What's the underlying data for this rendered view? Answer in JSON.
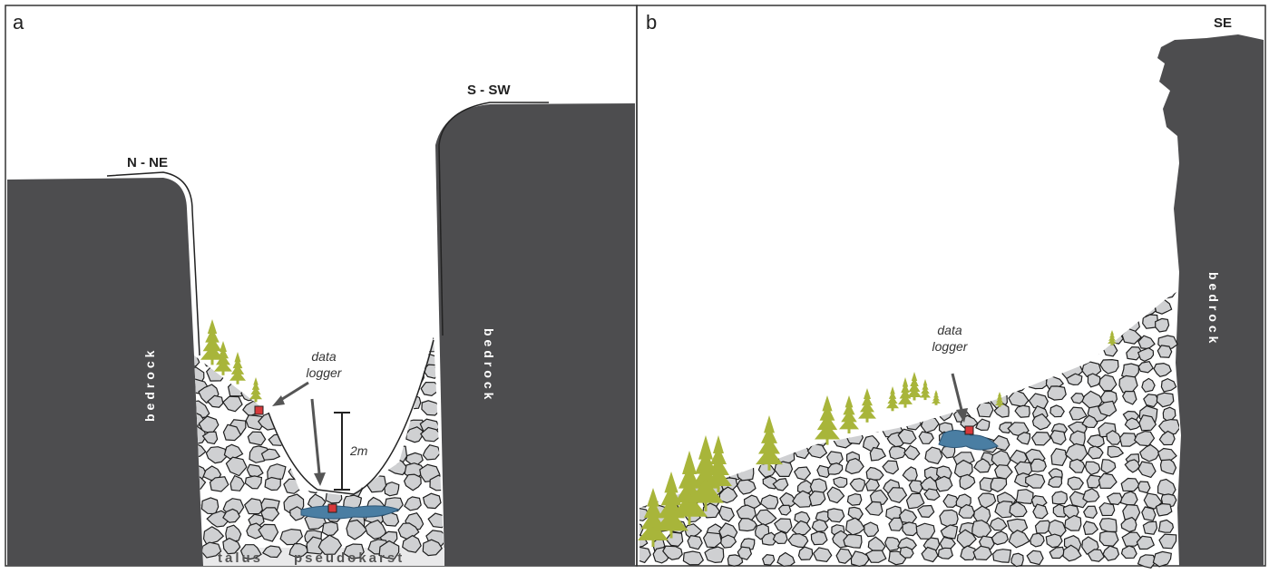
{
  "panel_a": {
    "label": "a",
    "left_direction": "N - NE",
    "right_direction": "S - SW",
    "bedrock_left": "bedrock",
    "bedrock_right": "bedrock",
    "logger_label_line1": "data",
    "logger_label_line2": "logger",
    "scale_label": "2m",
    "bottom_label_1": "talus",
    "bottom_label_2": "pseudokarst"
  },
  "panel_b": {
    "label": "b",
    "direction": "SE",
    "bedrock": "bedrock",
    "logger_label_line1": "data",
    "logger_label_line2": "logger"
  },
  "colors": {
    "bedrock": "#4d4d4f",
    "boulder": "#cfd0d2",
    "tree": "#a8b53a",
    "water": "#4a7ea3",
    "logger": "#d7383a"
  }
}
